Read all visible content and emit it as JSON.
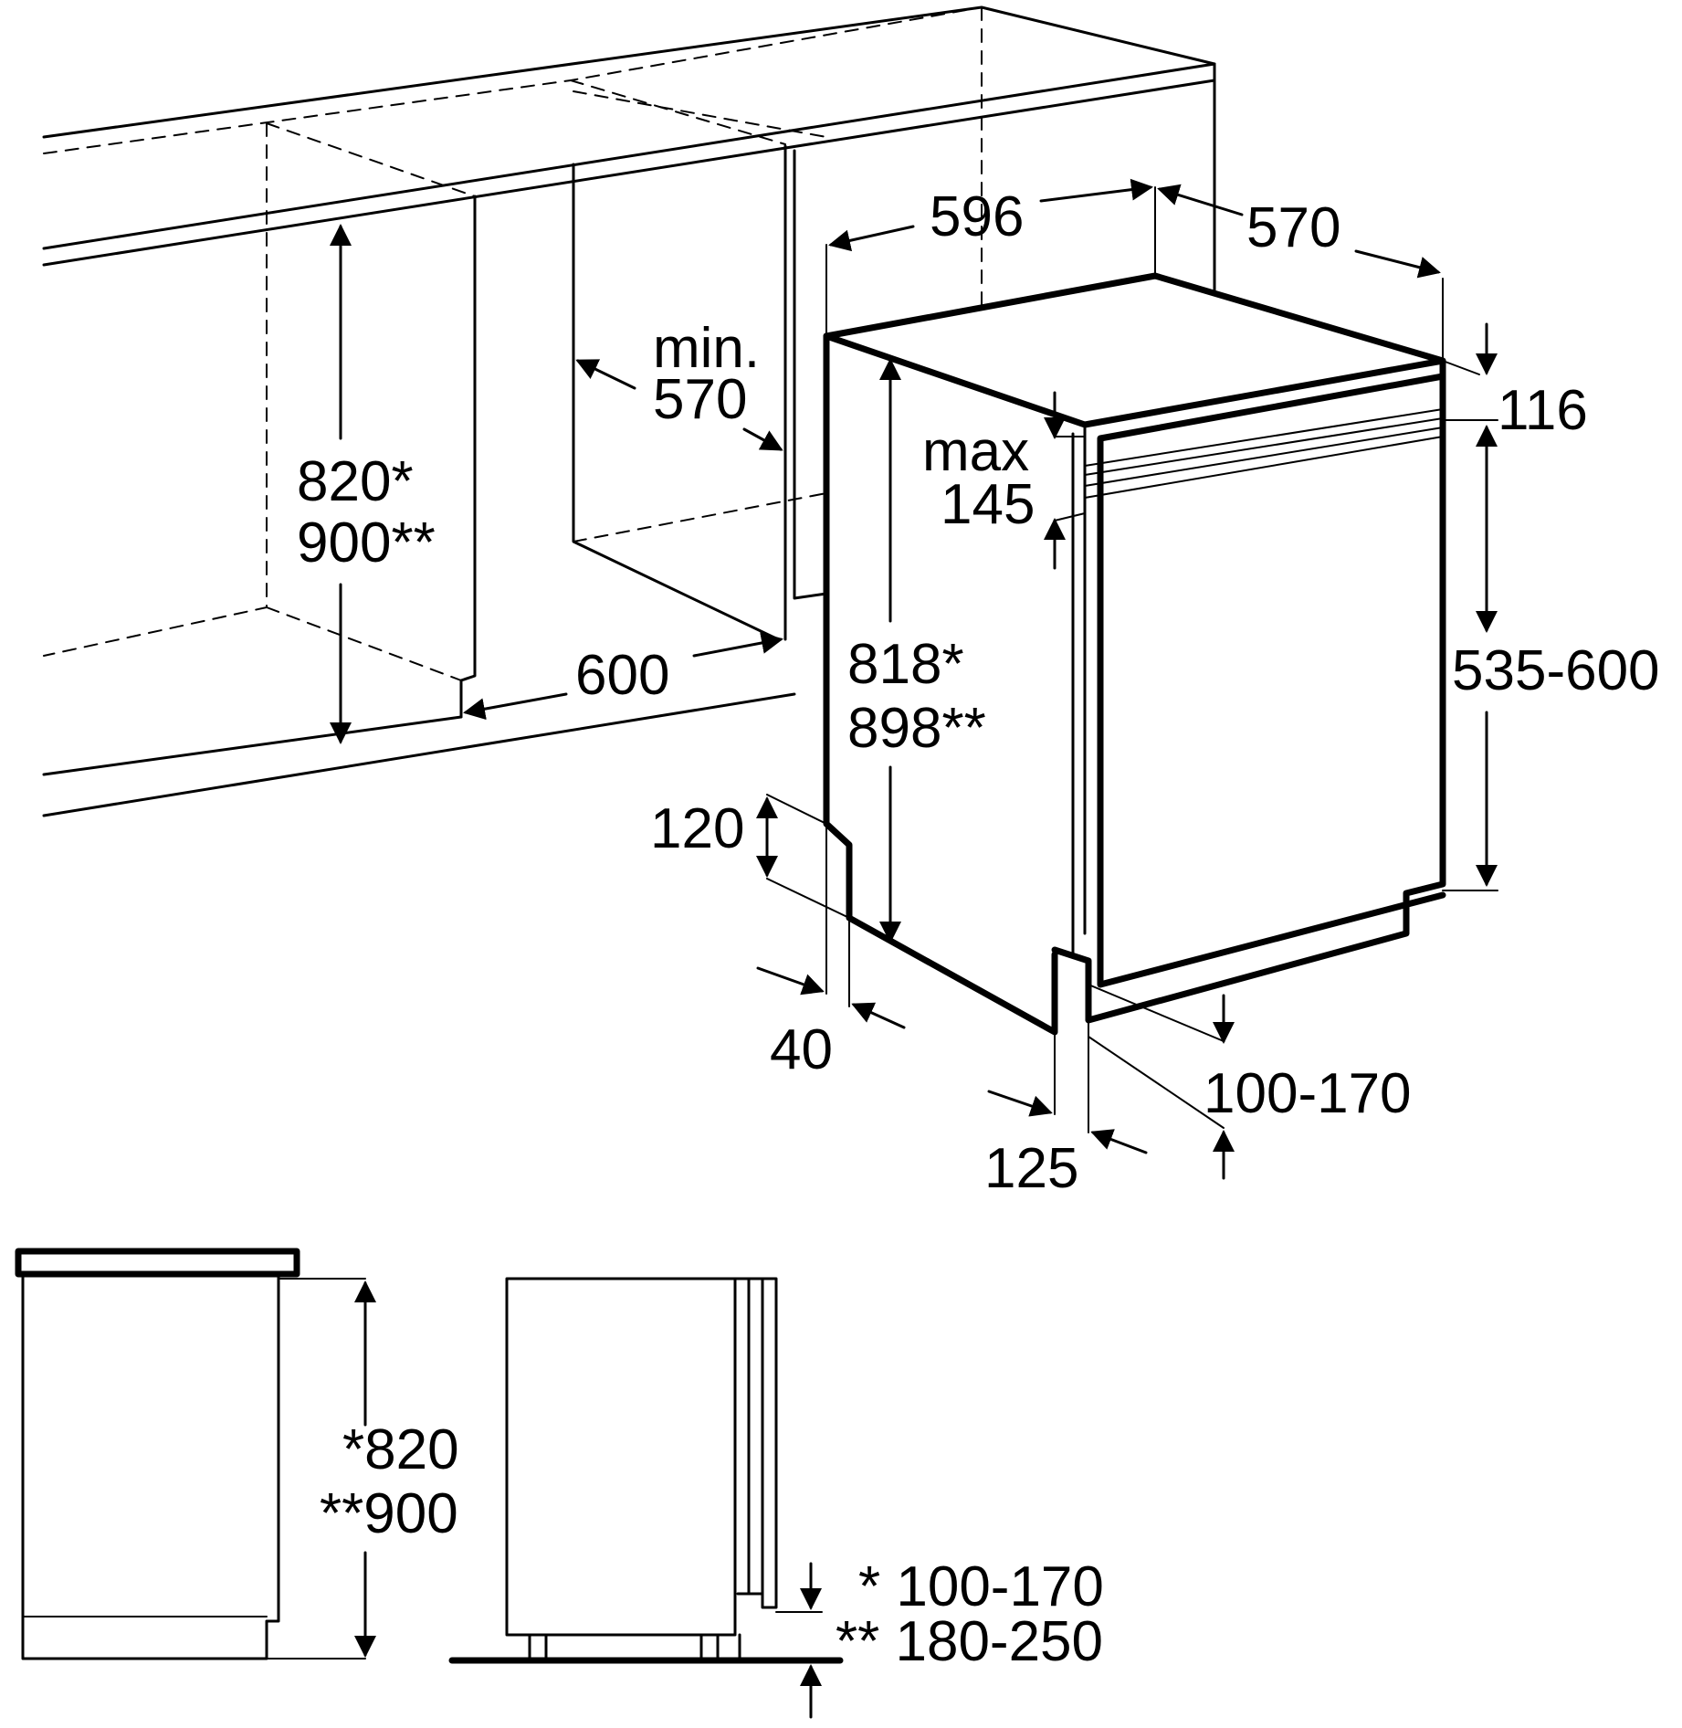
{
  "labels": {
    "width_top": "596",
    "depth_top": "570",
    "worktop_thickness": "116",
    "niche_depth_1": "min.",
    "niche_depth_2": "570",
    "worktop_gap_1": "max",
    "worktop_gap_2": "145",
    "niche_height_1": "820*",
    "niche_height_2": "900**",
    "niche_width": "600",
    "appliance_height_1": "818*",
    "appliance_height_2": "898**",
    "panel_height": "535-600",
    "foot_height": "120",
    "foot_setback": "40",
    "plinth_height": "100-170",
    "plinth_depth": "125",
    "side_height_1": "*820",
    "side_height_2": "**900",
    "plinth_range_1": "* 100-170",
    "plinth_range_2": "** 180-250"
  }
}
